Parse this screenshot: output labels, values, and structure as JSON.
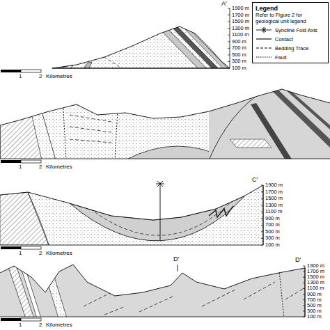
{
  "diagram": {
    "nodes": [
      {
        "text": [
          "Legend",
          "Refer to Figure 2 for geological unit legend"
        ]
      }
    ],
    "labels": [
      "A'",
      "1900 m",
      "1700 m",
      "1500 m",
      "1300 m",
      "1100 m",
      "900 m",
      "700 m",
      "500 m",
      "300 m",
      "100 m",
      "1",
      "2",
      "Kilometres",
      "1",
      "2",
      "Kilometres",
      "C'",
      "1900 m",
      "1700 m",
      "1500 m",
      "1300 m",
      "1100 m",
      "900 m",
      "700 m",
      "500 m",
      "300 m",
      "100 m",
      "1",
      "2",
      "Kilometres",
      "D'",
      "D'",
      "1900 m",
      "1700 m",
      "1500 m",
      "1300 m",
      "1100 m",
      "900 m",
      "700 m",
      "500 m",
      "300 m",
      "100 m",
      "1",
      "2",
      "Kilometres"
    ],
    "legend": [
      {
        "text": "Syncline Fold Axis"
      },
      {
        "text": "Contact"
      },
      {
        "text": "Bedding Trace"
      },
      {
        "text": "Fault"
      }
    ]
  }
}
